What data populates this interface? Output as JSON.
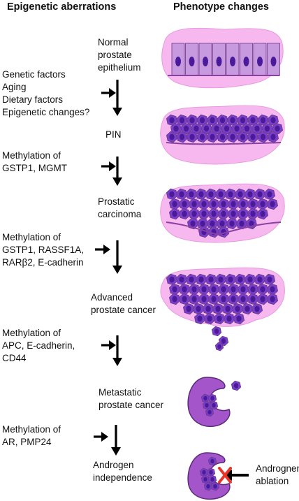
{
  "headers": {
    "left": "Epigenetic aberrations",
    "right": "Phenotype changes"
  },
  "stages": [
    [
      "Normal",
      "prostate",
      "epithelium"
    ],
    [
      "PIN"
    ],
    [
      "Prostatic",
      "carcinoma"
    ],
    [
      "Advanced",
      "prostate cancer"
    ],
    [
      "Metastatic",
      "prostate cancer"
    ],
    [
      "Androgen",
      "independence"
    ]
  ],
  "factors": [
    [
      "Genetic factors",
      "Aging",
      "Dietary factors",
      "Epigenetic changes?"
    ],
    [
      "Methylation of",
      "GSTP1, MGMT"
    ],
    [
      "Methylation of",
      "GSTP1, RASSF1A,",
      "RARβ2, E-cadherin"
    ],
    [
      "Methylation of",
      "APC, E-cadherin,",
      "CD44"
    ],
    [
      "Methylation of",
      "AR, PMP24"
    ]
  ],
  "ablation_label": [
    "Andrognen",
    "ablation"
  ],
  "colors": {
    "tissue_pink": "#f7b8ef",
    "cell_fill": "#c79ae0",
    "nucleus": "#4b1a9a",
    "cancer_cell": "#7a3fc7",
    "organ_purple": "#a455c9",
    "x_mark": "#e83428"
  }
}
